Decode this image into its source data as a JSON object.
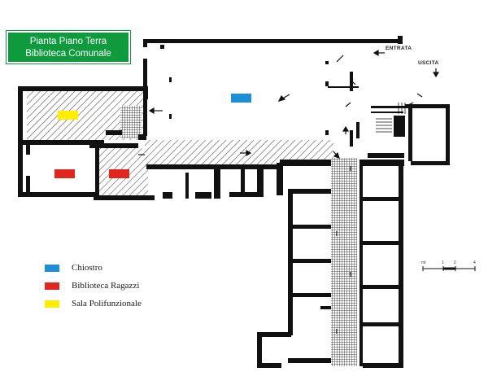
{
  "title": {
    "line1": "Pianta  Piano Terra",
    "line2": "Biblioteca Comunale",
    "background": "#0f9a3e",
    "text_color": "#ffffff"
  },
  "doors": {
    "entrance": "ENTRATA",
    "exit": "USCITA"
  },
  "legend": [
    {
      "label": "Chiostro",
      "color": "#1e8fd6"
    },
    {
      "label": "Biblioteca Ragazzi",
      "color": "#e0261d"
    },
    {
      "label": "Sala Polifunzionale",
      "color": "#ffee00"
    }
  ],
  "scale_bar": {
    "labels": [
      "mt",
      "1",
      "2",
      "4"
    ]
  },
  "colors": {
    "wall": "#111111",
    "hatch": "#555555"
  }
}
